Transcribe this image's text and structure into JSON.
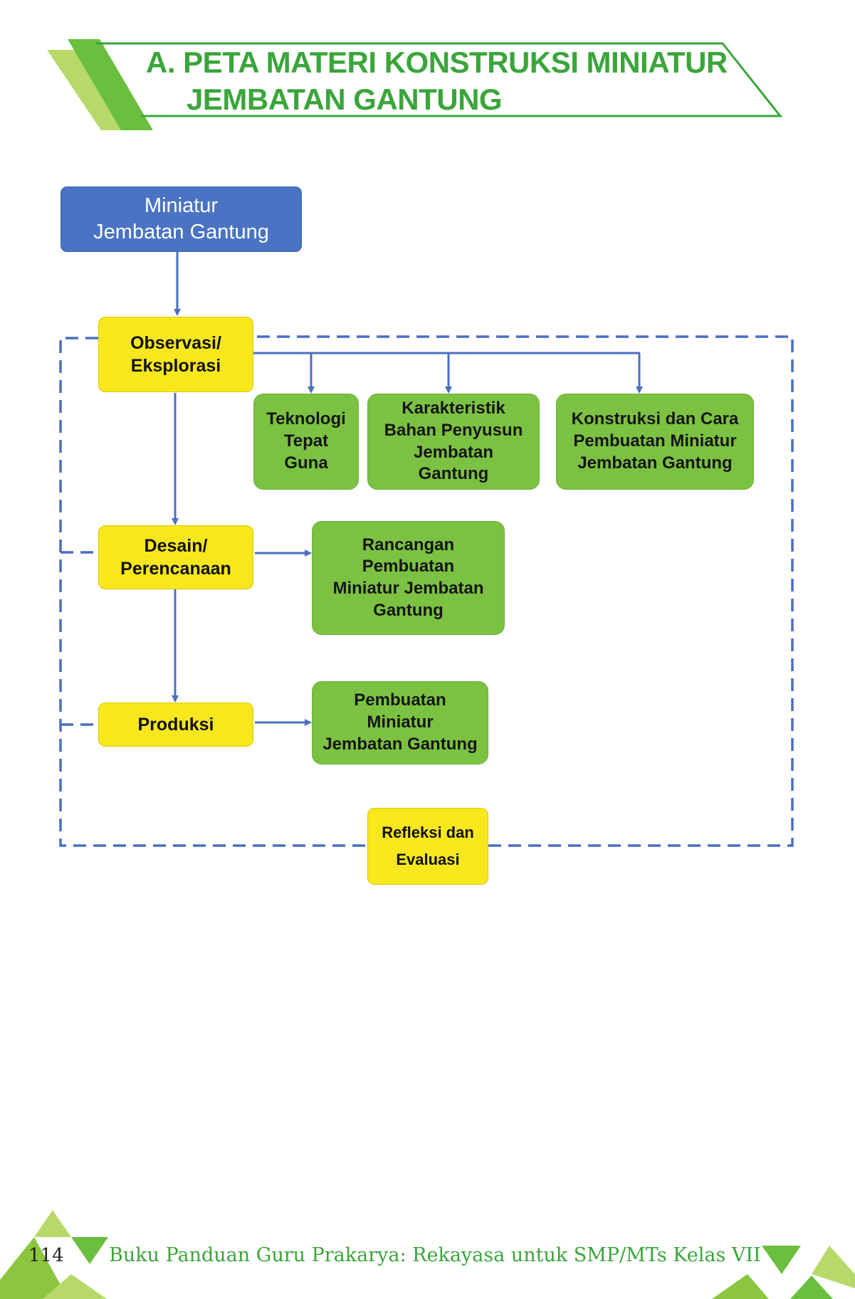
{
  "header": {
    "title_line1": "A. PETA MATERI KONSTRUKSI MINIATUR",
    "title_line2": "JEMBATAN GANTUNG"
  },
  "diagram": {
    "root": "Miniatur\nJembatan Gantung",
    "steps": {
      "observasi": "Observasi/\nEksplorasi",
      "desain": "Desain/\nPerencanaan",
      "produksi": "Produksi",
      "refleksi": "Refleksi dan\nEvaluasi"
    },
    "outputs": {
      "teknologi": "Teknologi\nTepat\nGuna",
      "karakteristik": "Karakteristik\nBahan Penyusun\nJembatan\nGantung",
      "konstruksi": "Konstruksi dan Cara\nPembuatan Miniatur\nJembatan Gantung",
      "rancangan": "Rancangan\nPembuatan\nMiniatur Jembatan\nGantung",
      "pembuatan": "Pembuatan\nMiniatur\nJembatan Gantung"
    }
  },
  "footer": {
    "page_number": "114",
    "book_title": "Buku Panduan Guru Prakarya: Rekayasa untuk SMP/MTs Kelas VII"
  },
  "colors": {
    "accent_green": "#3aa53a",
    "light_green": "#8cc63f",
    "box_blue": "#4a74c3",
    "box_yellow": "#f8e71c",
    "box_green": "#7cc242",
    "line_blue": "#4a6fc0"
  }
}
